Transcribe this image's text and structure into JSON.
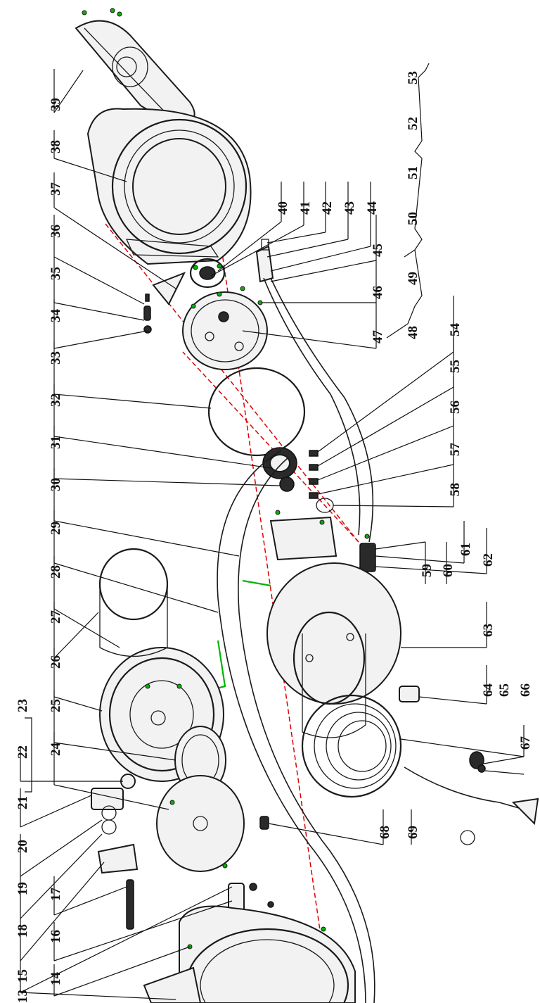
{
  "part_numbers": [
    "13",
    "14",
    "15",
    "16",
    "17",
    "18",
    "19",
    "20",
    "21",
    "22",
    "23",
    "24",
    "25",
    "26",
    "27",
    "28",
    "29",
    "30",
    "31",
    "32",
    "33",
    "34",
    "35",
    "36",
    "37",
    "38",
    "39",
    "40",
    "41",
    "42",
    "43",
    "44",
    "45",
    "46",
    "47",
    "48",
    "49",
    "50",
    "51",
    "52",
    "53",
    "54",
    "55",
    "56",
    "57",
    "58",
    "59",
    "60",
    "61",
    "62",
    "63",
    "64",
    "65",
    "66",
    "67",
    "68",
    "69"
  ],
  "colors": {
    "ink": "#1a1a1a",
    "center_axis": "#e00000",
    "fasteners": "#00b400",
    "background": "#ffffff"
  }
}
